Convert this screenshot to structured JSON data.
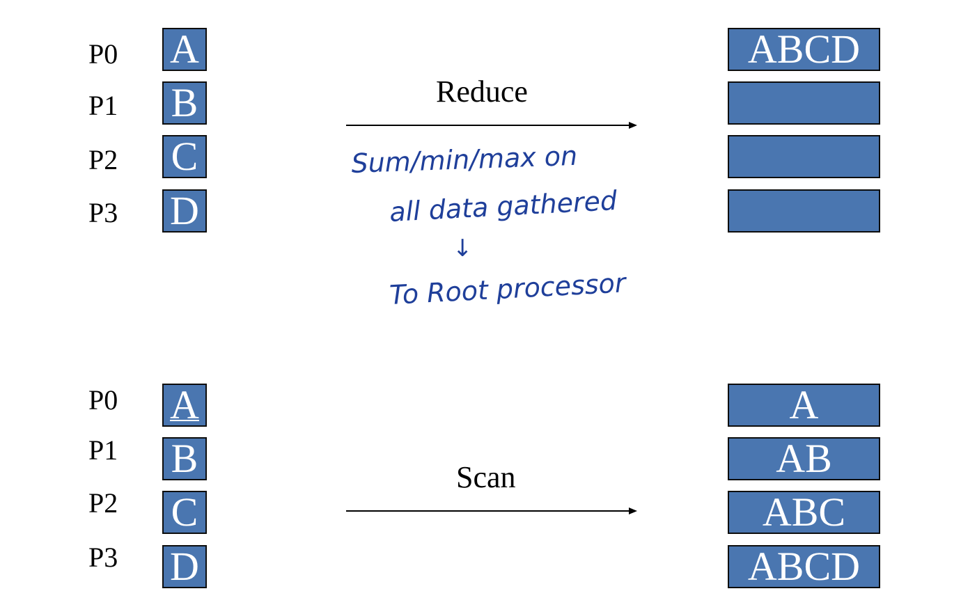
{
  "reduce": {
    "operation_label": "Reduce",
    "processes": [
      "P0",
      "P1",
      "P2",
      "P3"
    ],
    "inputs": [
      "A",
      "B",
      "C",
      "D"
    ],
    "outputs": [
      "ABCD",
      "",
      "",
      ""
    ],
    "annotation_lines": [
      "Sum/min/max on",
      "all data gathered",
      "↓",
      "To Root processor"
    ],
    "annotation_color": "#1f3f9a"
  },
  "scan": {
    "operation_label": "Scan",
    "processes": [
      "P0",
      "P1",
      "P2",
      "P3"
    ],
    "inputs": [
      "A",
      "B",
      "C",
      "D"
    ],
    "outputs": [
      "A",
      "AB",
      "ABC",
      "ABCD"
    ]
  },
  "colors": {
    "box_fill": "#4a76b0",
    "box_border": "#0d0d0d",
    "box_text": "#ffffff",
    "text": "#000000"
  }
}
